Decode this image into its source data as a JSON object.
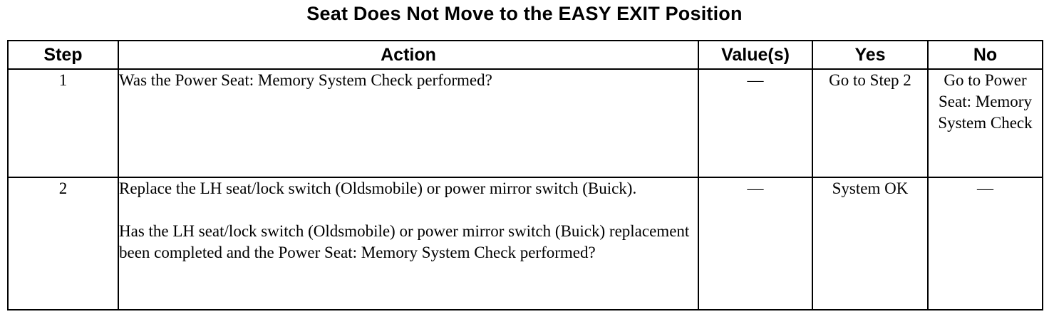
{
  "document": {
    "title": "Seat Does Not Move to the EASY EXIT Position"
  },
  "table": {
    "headers": {
      "step": "Step",
      "action": "Action",
      "values": "Value(s)",
      "yes": "Yes",
      "no": "No"
    },
    "rows": [
      {
        "step": "1",
        "action": [
          "Was the Power Seat: Memory System Check performed?"
        ],
        "value": "—",
        "yes": "Go to Step 2",
        "no": "Go to Power Seat: Memory System Check"
      },
      {
        "step": "2",
        "action": [
          "Replace the LH seat/lock switch (Oldsmobile) or power mirror switch (Buick).",
          "Has the LH seat/lock switch (Oldsmobile) or power mirror switch (Buick) replacement been completed and the Power Seat: Memory System Check performed?"
        ],
        "value": "—",
        "yes": "System OK",
        "no": "—"
      }
    ]
  }
}
